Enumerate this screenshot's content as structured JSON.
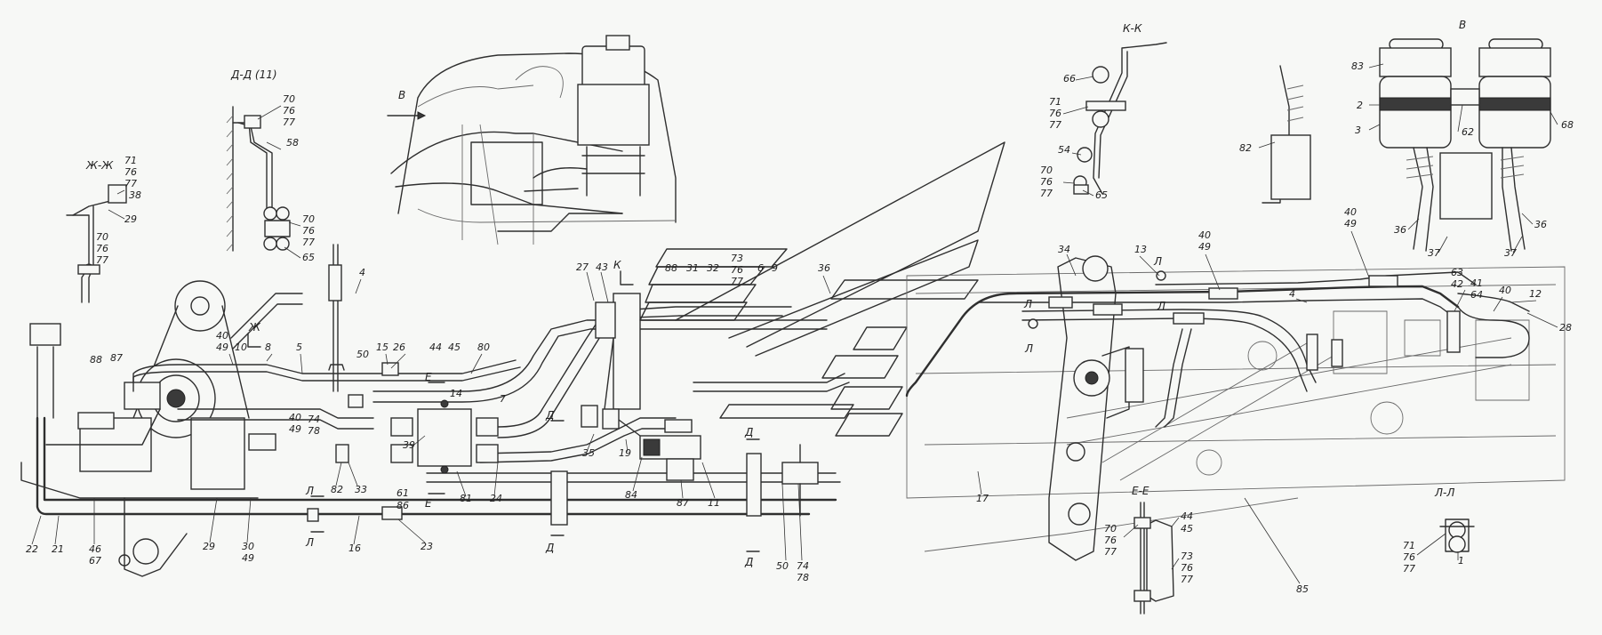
{
  "section_titles": {
    "zh": "Ж-Ж",
    "dd": "Д-Д (11)",
    "v_arrow": "В",
    "kk": "К-К",
    "v_view": "В",
    "ee": "Е-Е",
    "ll": "Л-Л"
  },
  "cut_marks": {
    "k": "К",
    "zh": "Ж",
    "e_top": "Е",
    "e_bottom": "Е",
    "d1": "Д",
    "d2": "Д",
    "d3": "Д",
    "d4": "Д",
    "l1": "Л",
    "l2": "Л",
    "l3": "Л",
    "l4": "Л",
    "l5": "Л",
    "l6": "Л"
  },
  "callouts": {
    "zh_71": "71",
    "zh_76": "76",
    "zh_77": "77",
    "zh_38": "38",
    "zh_29": "29",
    "zh_70": "70",
    "zh_76b": "76",
    "zh_77b": "77",
    "dd_70": "70",
    "dd_76": "76",
    "dd_77": "77",
    "dd_58": "58",
    "dd_70b": "70",
    "dd_76b": "76",
    "dd_77b": "77",
    "dd_65": "65",
    "kk_66": "66",
    "kk_71": "71",
    "kk_76": "76",
    "kk_77": "77",
    "kk_54": "54",
    "kk_70": "70",
    "kk_76b": "76",
    "kk_77b": "77",
    "kk_65": "65",
    "v_83": "83",
    "v_2": "2",
    "v_3": "3",
    "v_62": "62",
    "v_68": "68",
    "v_82": "82",
    "v_36a": "36",
    "v_36b": "36",
    "v_37a": "37",
    "v_37b": "37",
    "n4a": "4",
    "n27": "27",
    "n43": "43",
    "n88a": "88",
    "n31": "31",
    "n32": "32",
    "n73": "73",
    "n76": "76",
    "n77": "77",
    "n6": "6",
    "n9": "9",
    "n36": "36",
    "n40a": "40",
    "n49a": "49",
    "n10": "10",
    "n8": "8",
    "n5": "5",
    "n88b": "88",
    "n87a": "87",
    "n50a": "50",
    "n15": "15",
    "n26": "26",
    "n44": "44",
    "n45": "45",
    "n80": "80",
    "n14": "14",
    "n7": "7",
    "n40b": "40",
    "n49b": "49",
    "n74a": "74",
    "n78a": "78",
    "n39": "39",
    "n35": "35",
    "n19": "19",
    "n82": "82",
    "n33": "33",
    "n61": "61",
    "n86": "86",
    "n81": "81",
    "n24": "24",
    "n84": "84",
    "n87b": "87",
    "n11": "11",
    "n22": "22",
    "n21": "21",
    "n46": "46",
    "n67": "67",
    "n29": "29",
    "n30": "30",
    "n49c": "49",
    "n16": "16",
    "n23": "23",
    "n50b": "50",
    "n74b": "74",
    "n78b": "78",
    "n34": "34",
    "n13": "13",
    "n40c": "40",
    "n49d": "49",
    "n40d": "40",
    "n49e": "49",
    "n4b": "4",
    "n63": "63",
    "n42": "42",
    "n41": "41",
    "n64": "64",
    "n40e": "40",
    "n12": "12",
    "n28": "28",
    "n17": "17",
    "n85": "85",
    "ee_44": "44",
    "ee_45": "45",
    "ee_70": "70",
    "ee_76": "76",
    "ee_77": "77",
    "ee_73": "73",
    "ee_76b": "76",
    "ee_77b": "77",
    "ll_71": "71",
    "ll_76": "76",
    "ll_77": "77",
    "ll_1": "1"
  }
}
